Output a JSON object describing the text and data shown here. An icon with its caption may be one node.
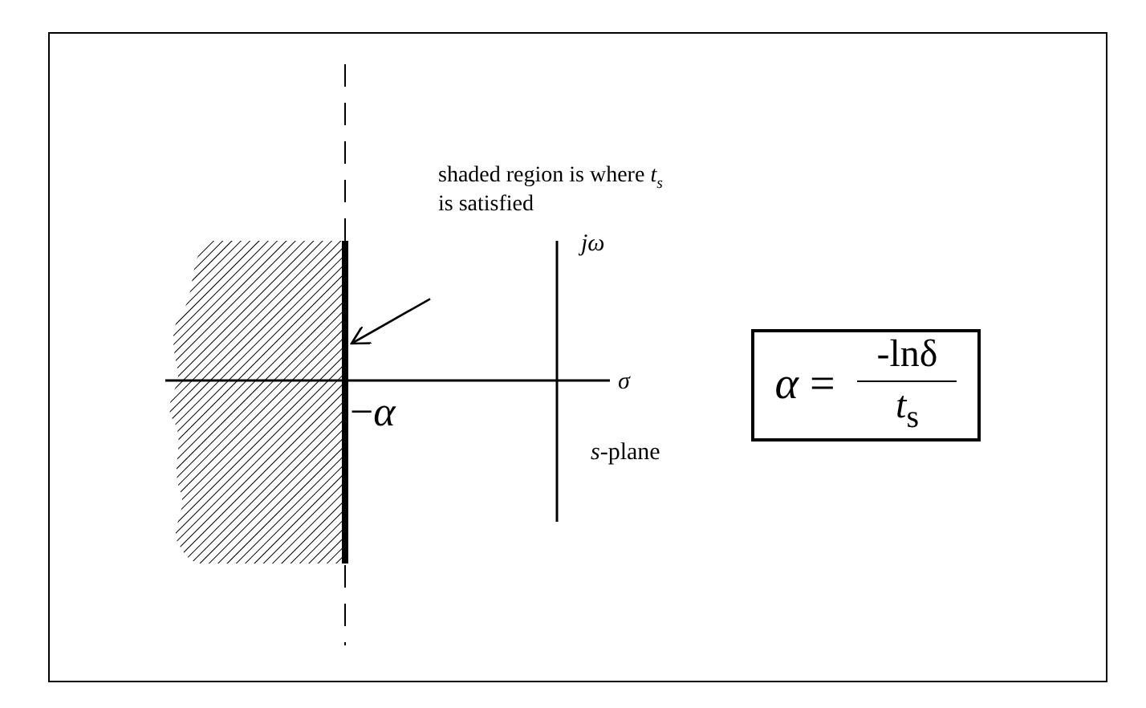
{
  "diagram": {
    "nodes": [
      {
        "text": [
          "shaded region is where *t*$_{s}$ is satisfied"
        ]
      },
      {
        "text": [],
        "shape": "bar",
        "beside": [
          "−*α*"
        ]
      },
      {
        "text": [
          "*α* =",
          "-lnδ",
          "*t*$_{s}$"
        ]
      }
    ],
    "edges": [
      {
        "from": 0,
        "to": 1,
        "arrow": "to"
      }
    ],
    "labels": [
      "jω",
      "σ",
      "*s*-plane"
    ]
  }
}
